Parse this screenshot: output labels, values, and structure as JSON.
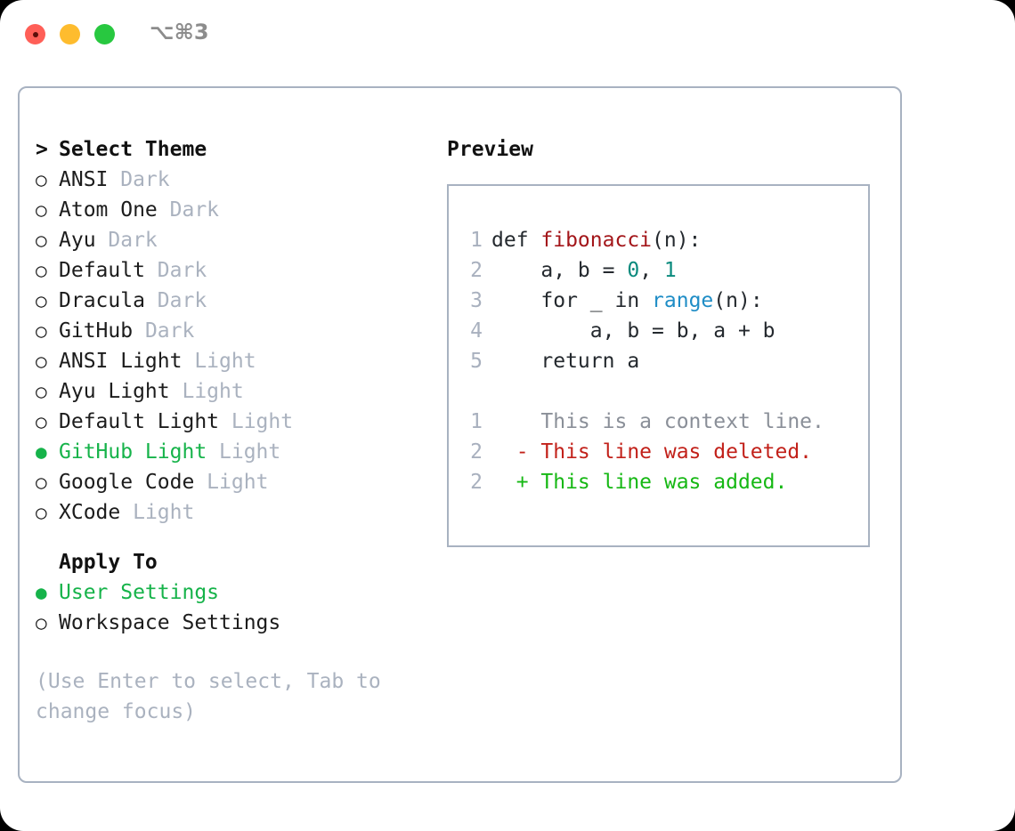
{
  "window": {
    "shortcut": "⌥⌘3",
    "traffic_lights": [
      "close-dot",
      "minimize-dot",
      "maximize-dot"
    ],
    "accent_green": "#16b34a",
    "muted_gray": "#aab2bf",
    "border_color": "#a8b2c1"
  },
  "theme_section": {
    "caret": ">",
    "title": "Select Theme",
    "marker_unselected": "○",
    "marker_selected": "●",
    "items": [
      {
        "label": "ANSI",
        "tag": "Dark",
        "selected": false
      },
      {
        "label": "Atom One",
        "tag": "Dark",
        "selected": false
      },
      {
        "label": "Ayu",
        "tag": "Dark",
        "selected": false
      },
      {
        "label": "Default",
        "tag": "Dark",
        "selected": false
      },
      {
        "label": "Dracula",
        "tag": "Dark",
        "selected": false
      },
      {
        "label": "GitHub",
        "tag": "Dark",
        "selected": false
      },
      {
        "label": "ANSI Light",
        "tag": "Light",
        "selected": false
      },
      {
        "label": "Ayu Light",
        "tag": "Light",
        "selected": false
      },
      {
        "label": "Default Light",
        "tag": "Light",
        "selected": false
      },
      {
        "label": "GitHub Light",
        "tag": "Light",
        "selected": true
      },
      {
        "label": "Google Code",
        "tag": "Light",
        "selected": false
      },
      {
        "label": "XCode",
        "tag": "Light",
        "selected": false
      }
    ]
  },
  "apply_section": {
    "title": "Apply To",
    "items": [
      {
        "label": "User Settings",
        "selected": true
      },
      {
        "label": "Workspace Settings",
        "selected": false
      }
    ]
  },
  "hint": "(Use Enter to select, Tab to change focus)",
  "preview": {
    "title": "Preview",
    "code_lines": [
      {
        "no": "1",
        "tokens": [
          {
            "t": "def ",
            "c": "kw"
          },
          {
            "t": "fibonacci",
            "c": "fn"
          },
          {
            "t": "(n):",
            "c": "plain"
          }
        ]
      },
      {
        "no": "2",
        "tokens": [
          {
            "t": "    a, b = ",
            "c": "plain"
          },
          {
            "t": "0",
            "c": "num"
          },
          {
            "t": ", ",
            "c": "plain"
          },
          {
            "t": "1",
            "c": "num"
          }
        ]
      },
      {
        "no": "3",
        "tokens": [
          {
            "t": "    ",
            "c": "plain"
          },
          {
            "t": "for",
            "c": "kw"
          },
          {
            "t": " _ ",
            "c": "plain"
          },
          {
            "t": "in",
            "c": "kw"
          },
          {
            "t": " ",
            "c": "plain"
          },
          {
            "t": "range",
            "c": "bif"
          },
          {
            "t": "(n):",
            "c": "plain"
          }
        ]
      },
      {
        "no": "4",
        "tokens": [
          {
            "t": "        a, b = b, a + b",
            "c": "plain"
          }
        ]
      },
      {
        "no": "5",
        "tokens": [
          {
            "t": "    ",
            "c": "plain"
          },
          {
            "t": "return",
            "c": "kw"
          },
          {
            "t": " a",
            "c": "plain"
          }
        ]
      }
    ],
    "diff_lines": [
      {
        "no": "1",
        "sign": " ",
        "text": "This is a context line.",
        "kind": "ctx"
      },
      {
        "no": "2",
        "sign": "-",
        "text": "This line was deleted.",
        "kind": "del"
      },
      {
        "no": "2",
        "sign": "+",
        "text": "This line was added.",
        "kind": "add"
      }
    ],
    "colors": {
      "keyword": "#24292e",
      "function": "#a3161a",
      "number": "#0a8a7d",
      "builtin": "#1f8dc6",
      "context": "#8a8f98",
      "deleted": "#c2211a",
      "added": "#16b814",
      "lineno": "#a8b0be"
    }
  }
}
